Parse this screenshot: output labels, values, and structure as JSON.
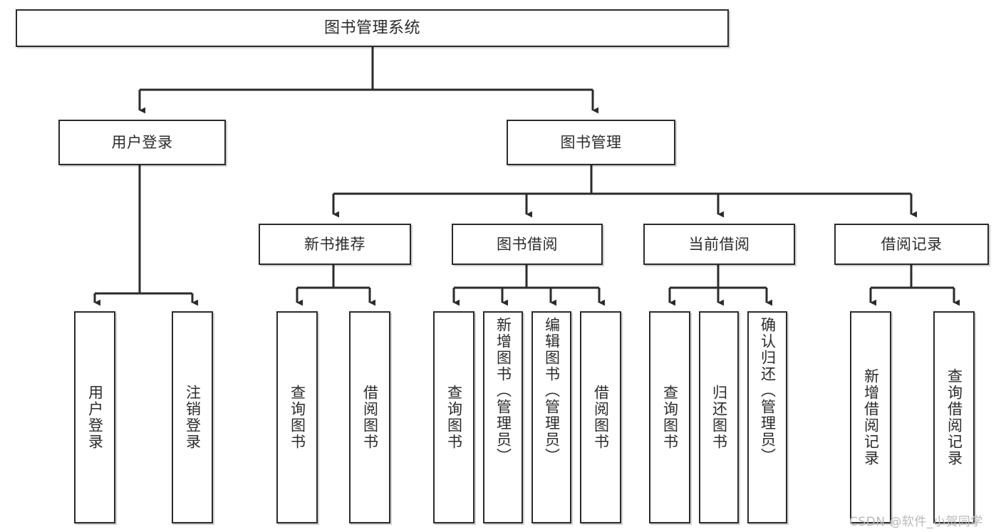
{
  "diagram": {
    "type": "tree",
    "title": "图书管理系统",
    "orientation": "top-down",
    "colors": {
      "box_border": "#2b2b2b",
      "box_fill": "#ffffff",
      "edge": "#2b2b2b",
      "background": "#ffffff",
      "watermark": "#b9b9b9"
    }
  },
  "nodes": {
    "root": {
      "label": "图书管理系统"
    },
    "level2": [
      {
        "label": "用户登录"
      },
      {
        "label": "图书管理"
      }
    ],
    "level3": [
      {
        "label": "新书推荐"
      },
      {
        "label": "图书借阅"
      },
      {
        "label": "当前借阅"
      },
      {
        "label": "借阅记录"
      }
    ],
    "leaves": {
      "user_login": [
        {
          "label": "用户登录"
        },
        {
          "label": "注销登录"
        }
      ],
      "new_book_recommend": [
        {
          "label": "查询图书"
        },
        {
          "label": "借阅图书"
        }
      ],
      "book_borrow": [
        {
          "label": "查询图书"
        },
        {
          "label": "新增图书（管理员）"
        },
        {
          "label": "编辑图书（管理员）"
        },
        {
          "label": "借阅图书"
        }
      ],
      "current_borrow": [
        {
          "label": "查询图书"
        },
        {
          "label": "归还图书"
        },
        {
          "label": "确认归还（管理员）"
        }
      ],
      "borrow_record": [
        {
          "label": "新增借阅记录"
        },
        {
          "label": "查询借阅记录"
        }
      ]
    }
  },
  "watermark": {
    "text": "CSDN @软件_小贺同学"
  }
}
